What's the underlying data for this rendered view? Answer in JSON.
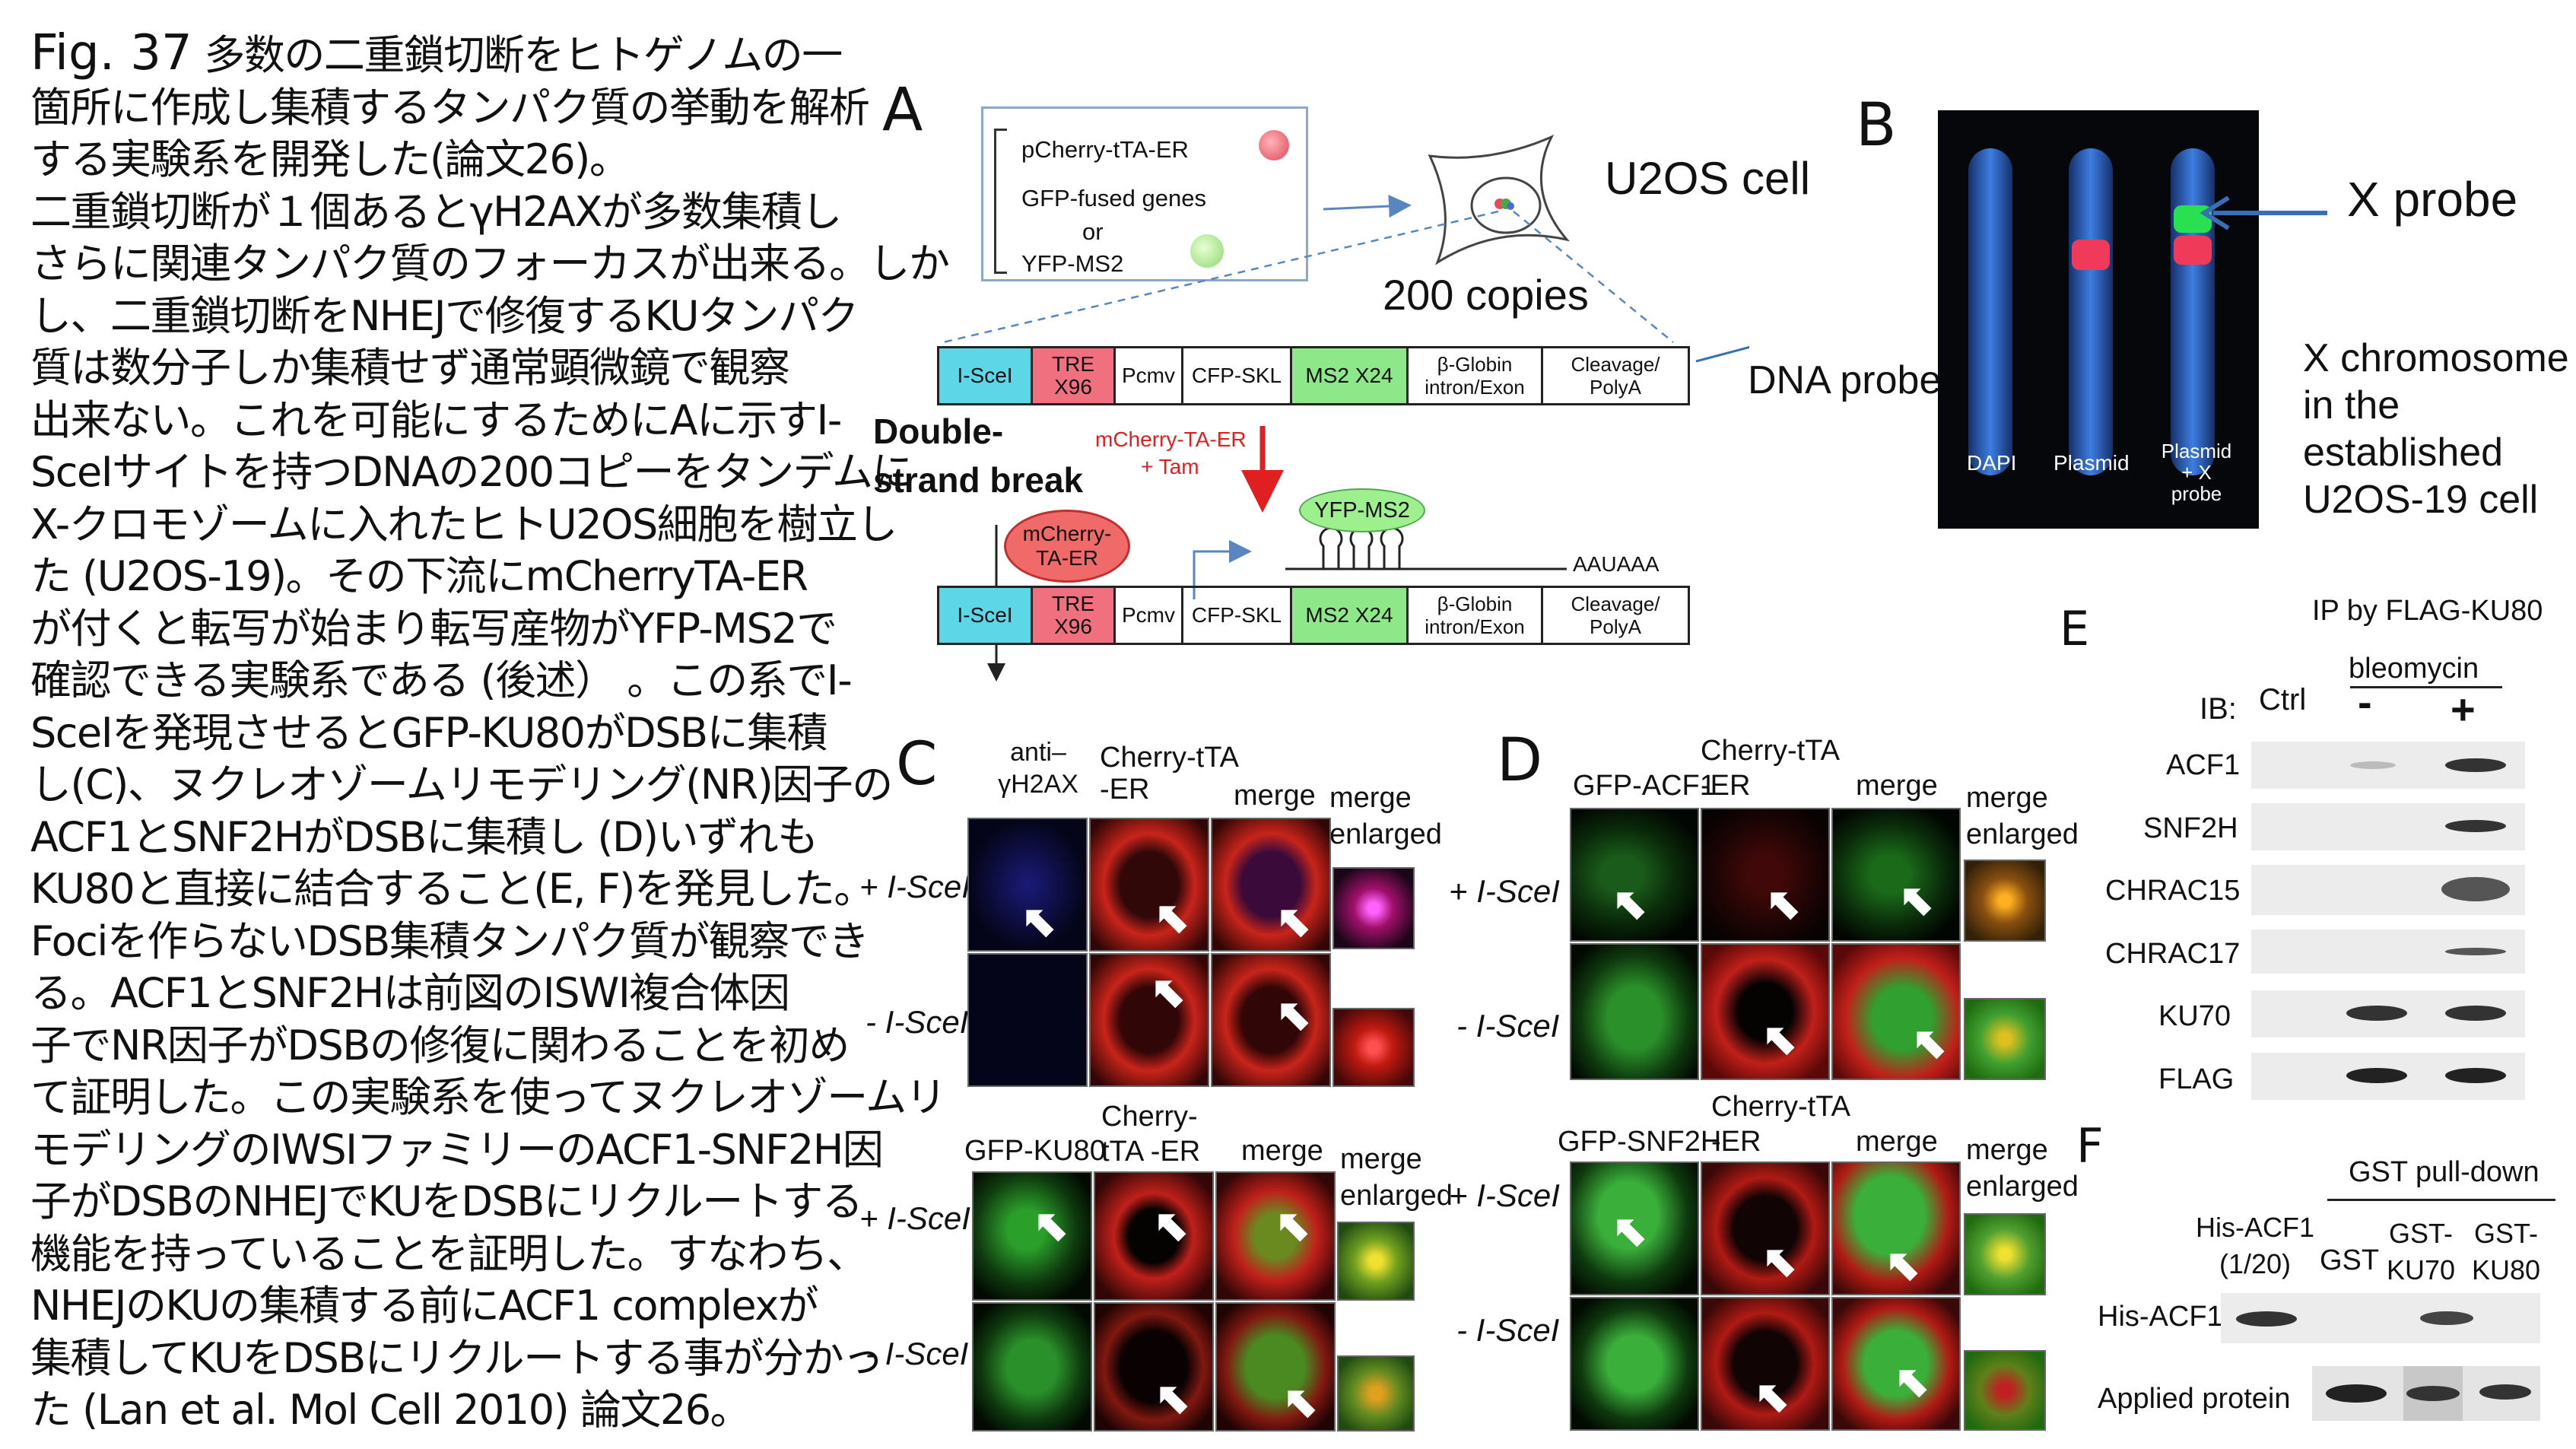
{
  "caption": {
    "fig_label": "Fig. 37",
    "lines": [
      "多数の二重鎖切断をヒトゲノムの一",
      "箇所に作成し集積するタンパク質の挙動を解析",
      "する実験系を開発した(論文26)。",
      "二重鎖切断が１個あるとγH2AXが多数集積し",
      "さらに関連タンパク質のフォーカスが出来る。しか",
      "し、二重鎖切断をNHEJで修復するKUタンパク",
      "質は数分子しか集積せず通常顕微鏡で観察",
      "出来ない。これを可能にするためにAに示すI-",
      "SceIサイトを持つDNAの200コピーをタンデムに",
      "X-クロモゾームに入れたヒトU2OS細胞を樹立し",
      "た (U2OS-19)。その下流にmCherryTA-ER",
      "が付くと転写が始まり転写産物がYFP-MS2で",
      "確認できる実験系である (後述） 。この系でI-",
      "SceIを発現させるとGFP-KU80がDSBに集積",
      "し(C)、ヌクレオゾームリモデリング(NR)因子の",
      "ACF1とSNF2HがDSBに集積し (D)いずれも",
      "KU80と直接に結合すること(E, F)を発見した。",
      "Fociを作らないDSB集積タンパク質が観察でき",
      "る。ACF1とSNF2Hは前図のISWI複合体因",
      "子でNR因子がDSBの修復に関わることを初め",
      "て証明した。この実験系を使ってヌクレオゾームリ",
      "モデリングのIWSIファミリーのACF1-SNF2H因",
      "子がDSBのNHEJでKUをDSBにリクルートする",
      "機能を持っていることを証明した。すなわち、",
      "NHEJのKUの集積する前にACF1 complexが",
      "集積してKUをDSBにリクルートする事が分かっ",
      "た (Lan et al. Mol Cell 2010) 論文26。"
    ]
  },
  "panel_a": {
    "letter": "A",
    "plasmid_box": {
      "line1": "pCherry-tTA-ER",
      "line2": "GFP-fused genes",
      "line3": "or",
      "line4": "YFP-MS2"
    },
    "cell_label": "U2OS cell",
    "copies": "200 copies",
    "dna_probe": "DNA probe",
    "construct": [
      "I-SceI",
      "TRE X96",
      "Pcmv",
      "CFP-SKL",
      "MS2 X24",
      "β-Globin intron/Exon",
      "Cleavage/ PolyA"
    ],
    "dsb_label_1": "Double-",
    "dsb_label_2": "strand break",
    "inducer_1": "mCherry-TA-ER",
    "inducer_2": "+ Tam",
    "mcherry_bubble": "mCherry-TA-ER",
    "yfp_bubble": "YFP-MS2",
    "polya_signal": "AAUAAA"
  },
  "panel_b": {
    "letter": "B",
    "labels": [
      "DAPI",
      "Plasmid",
      "Plasmid + X probe"
    ],
    "x_probe": "X probe",
    "desc": [
      "X chromosome",
      "in the",
      "established",
      "U2OS-19 cell"
    ]
  },
  "panel_c": {
    "letter": "C",
    "top_headers": [
      "anti–γH2AX",
      "Cherry-tTA -ER",
      "merge",
      "merge enlarged"
    ],
    "bottom_headers": [
      "GFP-KU80",
      "Cherry-tTA -ER",
      "merge",
      "merge enlarged"
    ],
    "row_plus": "+ I-SceI",
    "row_minus": "- I-SceI"
  },
  "panel_d": {
    "letter": "D",
    "top_headers": [
      "GFP-ACF1",
      "Cherry-tTA -ER",
      "merge",
      "merge enlarged"
    ],
    "bottom_headers": [
      "GFP-SNF2H",
      "Cherry-tTA -ER",
      "merge",
      "merge enlarged"
    ],
    "row_plus": "+ I-SceI",
    "row_minus": "- I-SceI"
  },
  "panel_e": {
    "letter": "E",
    "title": "IP by FLAG-KU80",
    "ib": "IB:",
    "ctrl": "Ctrl",
    "bleomycin": "bleomycin",
    "minus": "-",
    "plus": "+",
    "rows": [
      "ACF1",
      "SNF2H",
      "CHRAC15",
      "CHRAC17",
      "KU70",
      "FLAG"
    ]
  },
  "panel_f": {
    "letter": "F",
    "title": "GST pull-down",
    "lanes": [
      "His-ACF1 (1/20)",
      "GST",
      "GST- KU70",
      "GST- KU80"
    ],
    "rows": [
      "His-ACF1",
      "Applied protein"
    ]
  }
}
